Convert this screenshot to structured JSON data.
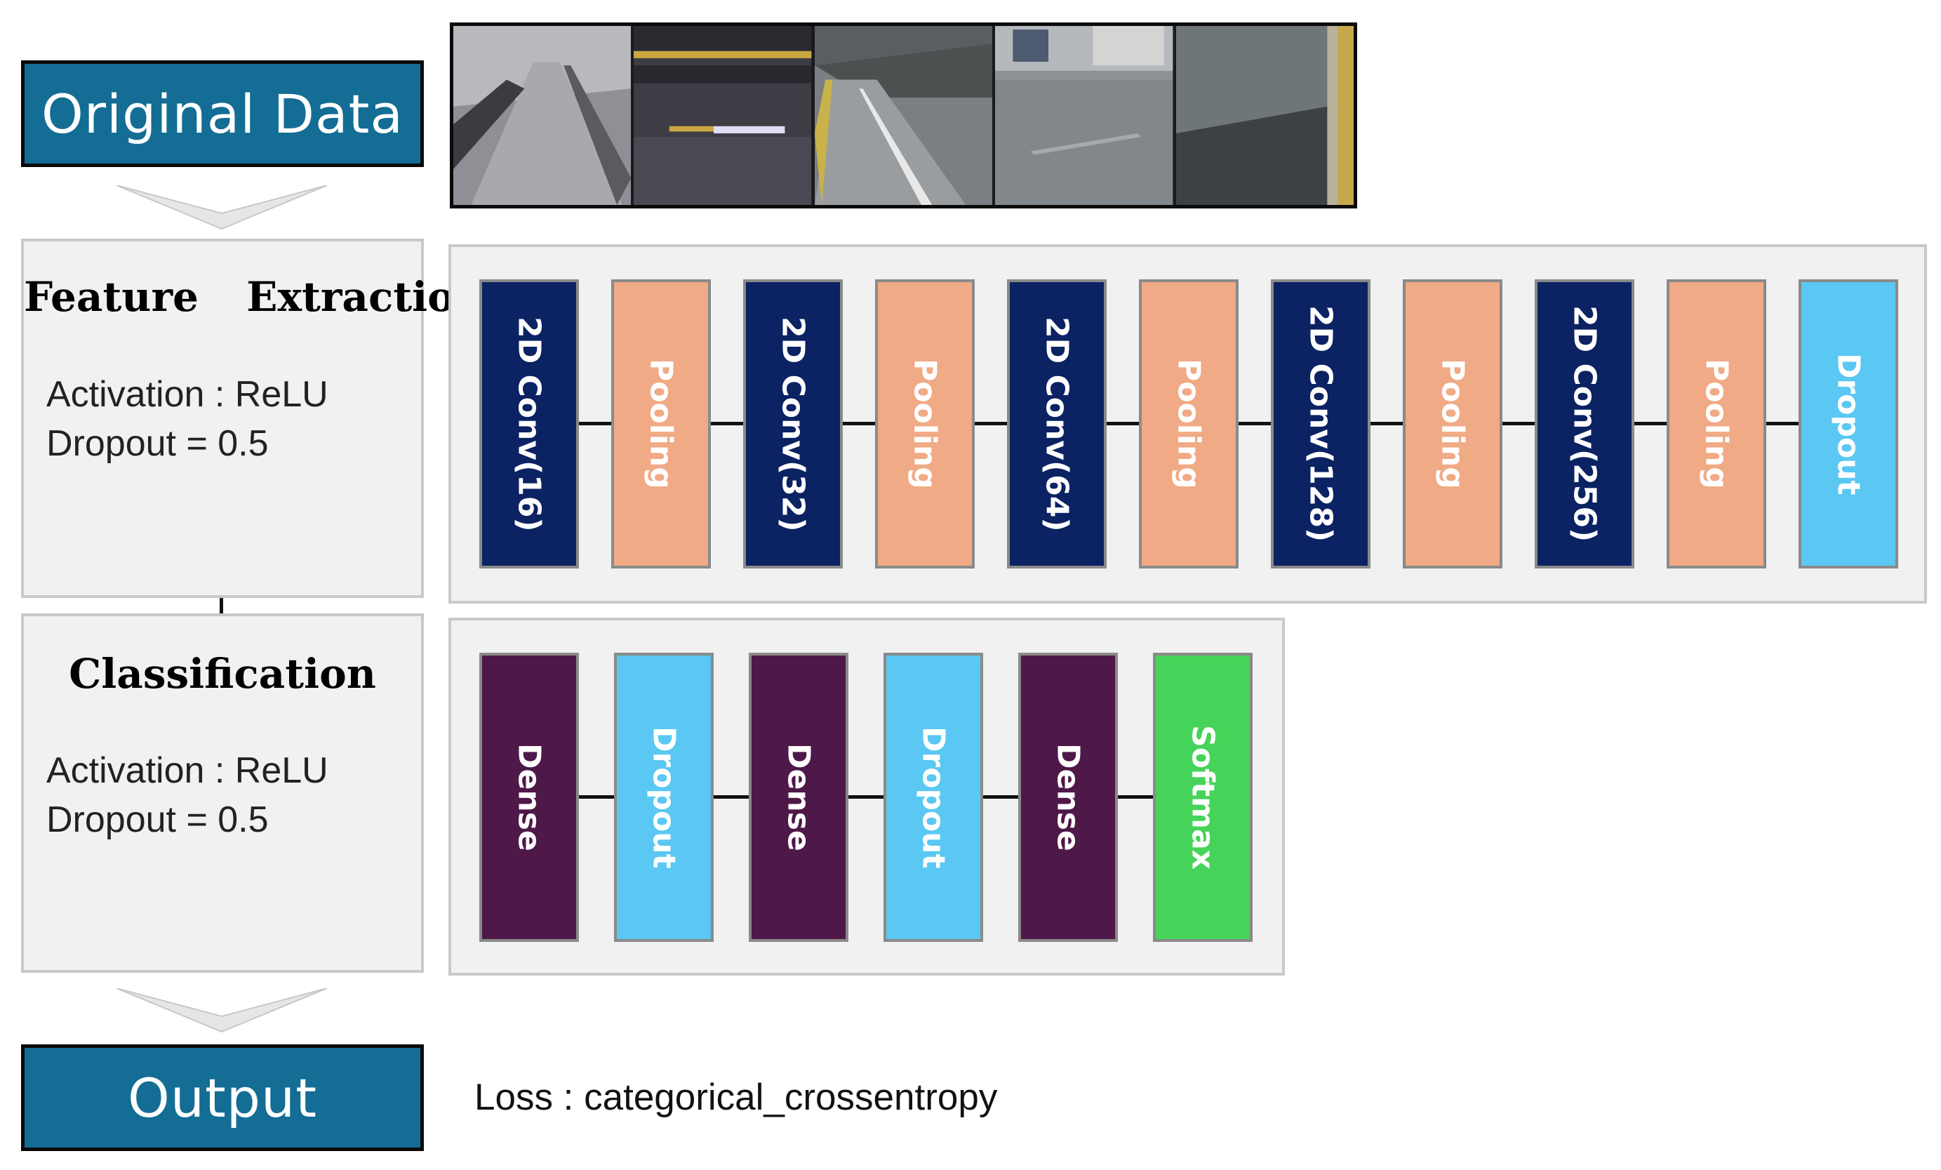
{
  "original_data_label": "Original Data",
  "output_label": "Output",
  "feature_extraction": {
    "title": "Feature  Extraction",
    "activation": "Activation : ReLU",
    "dropout": "Dropout = 0.5",
    "layers": [
      {
        "label": "2D Conv(16)",
        "kind": "conv"
      },
      {
        "label": "Pooling",
        "kind": "pool"
      },
      {
        "label": "2D Conv(32)",
        "kind": "conv"
      },
      {
        "label": "Pooling",
        "kind": "pool"
      },
      {
        "label": "2D Conv(64)",
        "kind": "conv"
      },
      {
        "label": "Pooling",
        "kind": "pool"
      },
      {
        "label": "2D Conv(128)",
        "kind": "conv"
      },
      {
        "label": "Pooling",
        "kind": "pool"
      },
      {
        "label": "2D Conv(256)",
        "kind": "conv"
      },
      {
        "label": "Pooling",
        "kind": "pool"
      },
      {
        "label": "Dropout",
        "kind": "dropout"
      }
    ]
  },
  "classification": {
    "title": "Classification",
    "activation": "Activation : ReLU",
    "dropout": "Dropout = 0.5",
    "layers": [
      {
        "label": "Dense",
        "kind": "dense"
      },
      {
        "label": "Dropout",
        "kind": "dropout"
      },
      {
        "label": "Dense",
        "kind": "dense"
      },
      {
        "label": "Dropout",
        "kind": "dropout"
      },
      {
        "label": "Dense",
        "kind": "dense"
      },
      {
        "label": "Softmax",
        "kind": "softmax"
      }
    ]
  },
  "loss_text": "Loss : categorical_crossentropy",
  "colors": {
    "stage_box": "#136d94",
    "conv": "#0b2263",
    "pool": "#f0aa85",
    "dropout": "#5ac8f2",
    "dense": "#4e1848",
    "softmax": "#46d35a",
    "panel": "#f1f1f1"
  },
  "photos": [
    {
      "name": "road-photo-1",
      "desc_icon": "snowy-curved-road"
    },
    {
      "name": "road-photo-2",
      "desc_icon": "tunnel-road"
    },
    {
      "name": "road-photo-3",
      "desc_icon": "bridge-road"
    },
    {
      "name": "road-photo-4",
      "desc_icon": "wet-road-truck"
    },
    {
      "name": "road-photo-5",
      "desc_icon": "wet-road-curb"
    }
  ]
}
